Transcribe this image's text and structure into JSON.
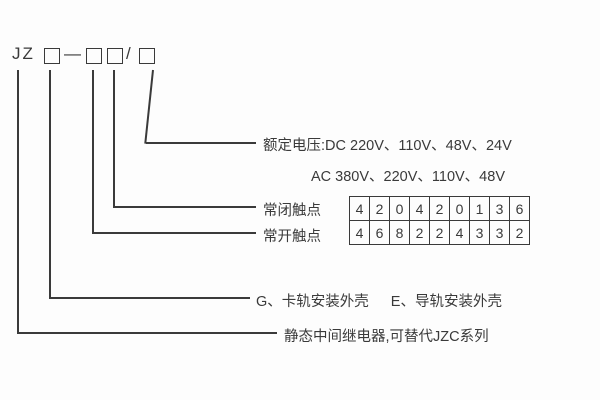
{
  "model_code": {
    "prefix": "JZ",
    "dash": "—",
    "slash": "/"
  },
  "labels": {
    "rated_voltage_dc": "额定电压:DC 220V、110V、48V、24V",
    "rated_voltage_ac": "AC 380V、220V、110V、48V",
    "nc_contacts": "常闭触点",
    "no_contacts": "常开触点",
    "shell_g": "G、卡轨安装外壳",
    "shell_e": "E、导轨安装外壳",
    "series": "静态中间继电器,可替代JZC系列"
  },
  "contact_table": {
    "rows": [
      [
        "4",
        "2",
        "0",
        "4",
        "2",
        "0",
        "1",
        "3",
        "6"
      ],
      [
        "4",
        "6",
        "8",
        "2",
        "2",
        "4",
        "3",
        "3",
        "2"
      ]
    ]
  },
  "colors": {
    "line": "#3a3a3a",
    "background": "#fdfdfd"
  }
}
